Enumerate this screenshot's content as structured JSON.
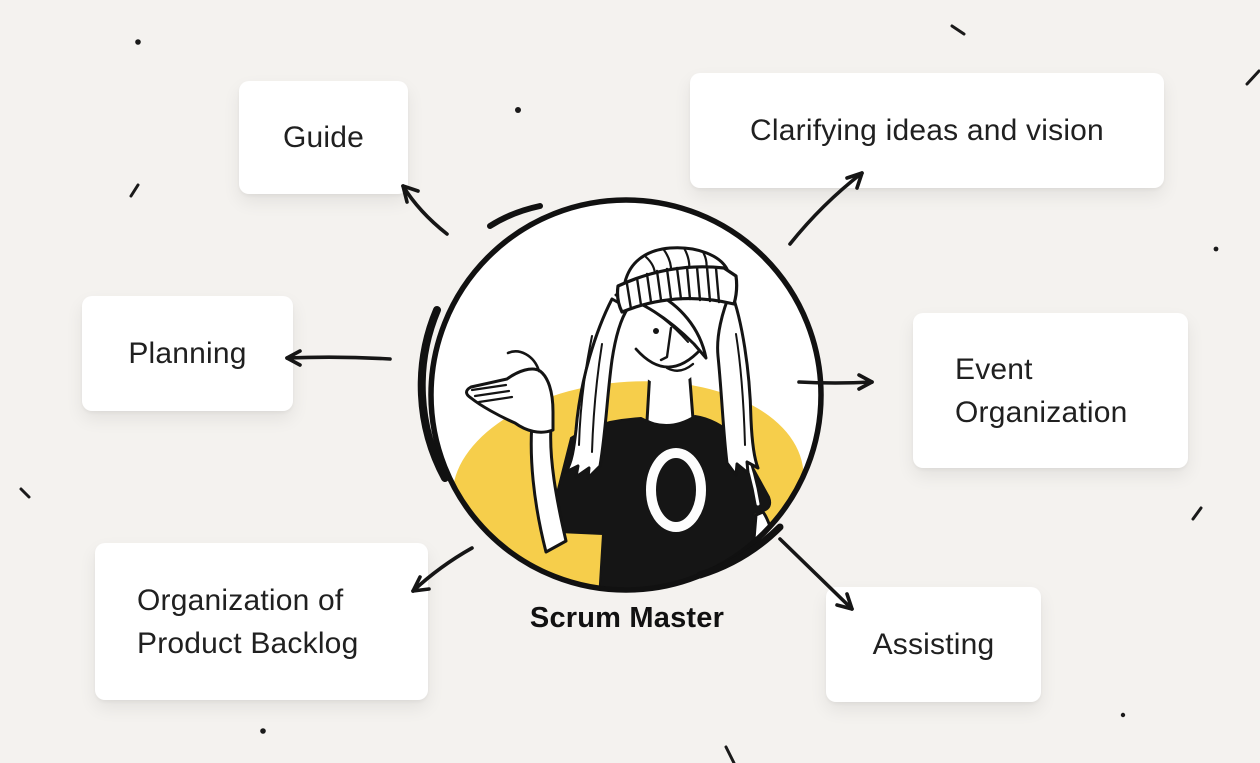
{
  "center": {
    "title": "Scrum Master",
    "illustration": "woman-in-beanie-presenting"
  },
  "nodes": [
    {
      "id": "guide",
      "label": "Guide"
    },
    {
      "id": "clarifying-ideas",
      "label": "Clarifying ideas and vision"
    },
    {
      "id": "planning",
      "label": "Planning"
    },
    {
      "id": "event-organization",
      "label": "Event Organization"
    },
    {
      "id": "product-backlog",
      "label": "Organization of Product Backlog"
    },
    {
      "id": "assisting",
      "label": "Assisting"
    }
  ],
  "colors": {
    "background": "#F4F2EF",
    "card_fill": "#FFFFFF",
    "ink": "#1D1D1D",
    "accent_yellow": "#F6CE4B"
  }
}
